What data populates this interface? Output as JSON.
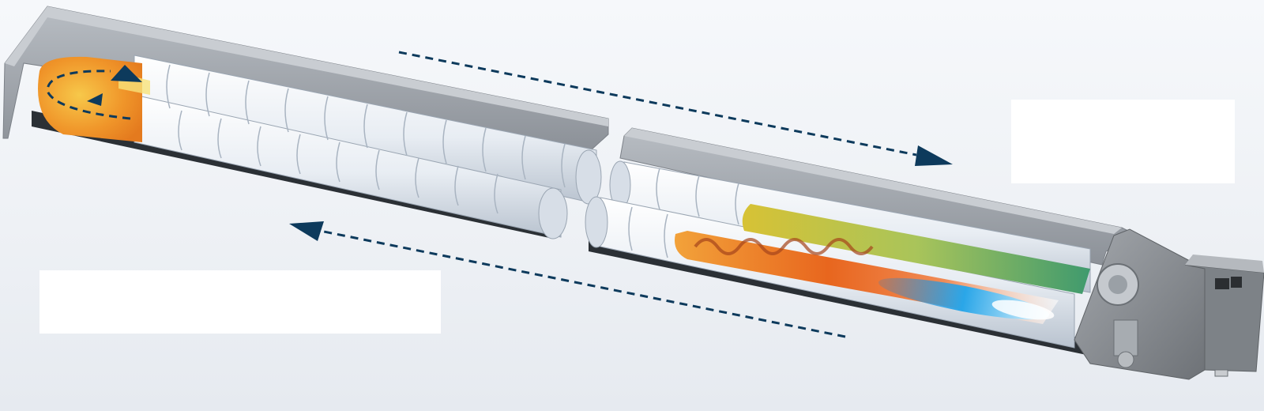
{
  "diagram": {
    "components": [
      {
        "id": "return-tube-cutaway",
        "icon": "return-bend-icon"
      },
      {
        "id": "radiant-tube-cutaway",
        "icon": "burner-flame-icon"
      },
      {
        "id": "reflector-hood",
        "icon": "reflector-icon"
      },
      {
        "id": "burner-housing",
        "icon": "burner-box-icon"
      },
      {
        "id": "gas-flow-arrow-forward",
        "icon": "arrow-right-down-icon"
      },
      {
        "id": "gas-flow-arrow-return",
        "icon": "arrow-left-up-icon"
      }
    ],
    "label_boxes": [
      {
        "id": "left-label",
        "text": ""
      },
      {
        "id": "right-label",
        "text": ""
      }
    ],
    "colors": {
      "arrow": "#0d3a5c",
      "reflector": "#9aa0a8",
      "tube_white": "#ffffff",
      "tube_shade": "#c9d1dc",
      "flame_blue": "#2aa6e8",
      "hot_gas_orange": "#e8661e",
      "exhaust_green": "#9fbe52",
      "bend_yellow": "#f4b53a",
      "housing_grey": "#8b8f94"
    }
  }
}
